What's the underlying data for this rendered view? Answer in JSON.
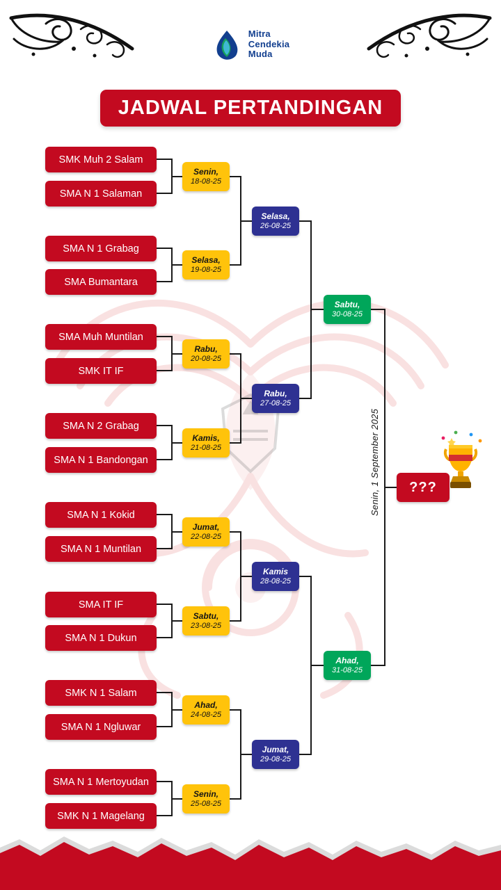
{
  "logo": {
    "line1": "Mitra",
    "line2": "Cendekia",
    "line3": "Muda"
  },
  "title": "JADWAL PERTANDINGAN",
  "bracket": {
    "teams": [
      "SMK Muh 2 Salam",
      "SMA N 1 Salaman",
      "SMA N 1 Grabag",
      "SMA Bumantara",
      "SMA Muh Muntilan",
      "SMK IT IF",
      "SMA N 2 Grabag",
      "SMA N 1 Bandongan",
      "SMA N 1 Kokid",
      "SMA N 1 Muntilan",
      "SMA IT IF",
      "SMA N 1 Dukun",
      "SMK N 1 Salam",
      "SMA N 1 Ngluwar",
      "SMA N 1 Mertoyudan",
      "SMK N 1 Magelang"
    ],
    "round1": [
      {
        "day": "Senin,",
        "date": "18-08-25"
      },
      {
        "day": "Selasa,",
        "date": "19-08-25"
      },
      {
        "day": "Rabu,",
        "date": "20-08-25"
      },
      {
        "day": "Kamis,",
        "date": "21-08-25"
      },
      {
        "day": "Jumat,",
        "date": "22-08-25"
      },
      {
        "day": "Sabtu,",
        "date": "23-08-25"
      },
      {
        "day": "Ahad,",
        "date": "24-08-25"
      },
      {
        "day": "Senin,",
        "date": "25-08-25"
      }
    ],
    "round2": [
      {
        "day": "Selasa,",
        "date": "26-08-25"
      },
      {
        "day": "Rabu,",
        "date": "27-08-25"
      },
      {
        "day": "Kamis",
        "date": "28-08-25"
      },
      {
        "day": "Jumat,",
        "date": "29-08-25"
      }
    ],
    "round3": [
      {
        "day": "Sabtu,",
        "date": "30-08-25"
      },
      {
        "day": "Ahad,",
        "date": "31-08-25"
      }
    ],
    "final_label": "Senin, 1 September 2025",
    "champion_placeholder": "???"
  },
  "colors": {
    "red": "#C30A20",
    "yellow": "#FFC30B",
    "blue": "#2E3192",
    "green": "#00A65A",
    "logo_navy": "#123F8F",
    "logo_green": "#18A05A"
  }
}
